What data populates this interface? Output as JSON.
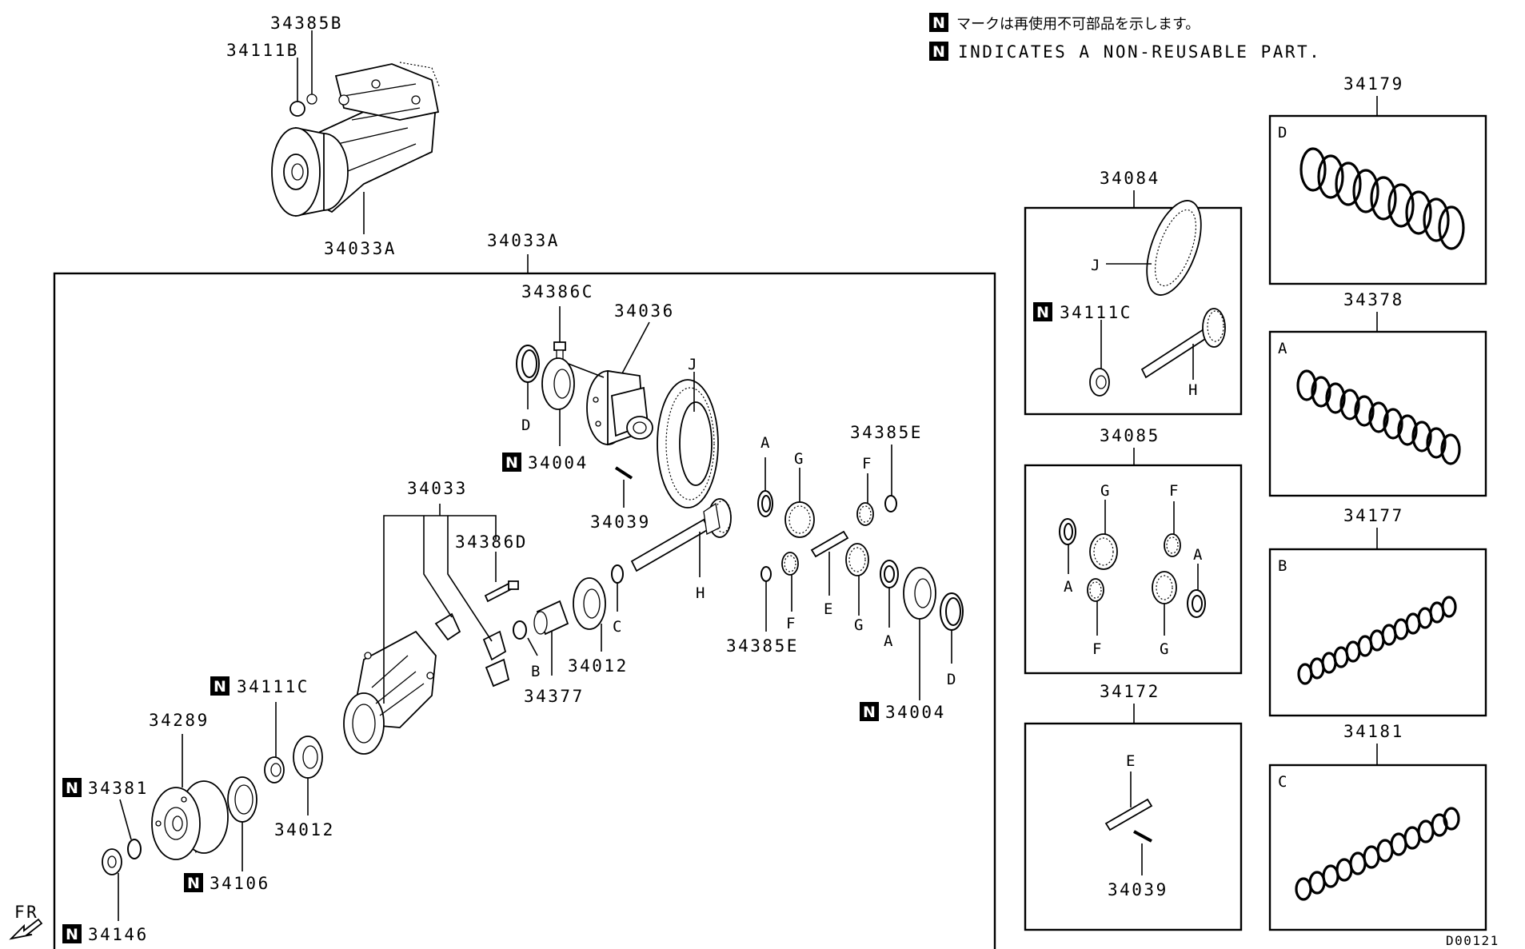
{
  "legend": {
    "jp": "マークは再使用不可部品を示します。",
    "en": "INDICATES A NON-REUSABLE PART.",
    "marker": "N"
  },
  "diagram_id": "D00121",
  "direction": "FR",
  "assembly": {
    "top_labels": {
      "p34385B": "34385B",
      "p34111B": "34111B",
      "p34033A_top": "34033A"
    },
    "box_label": "34033A"
  },
  "parts": {
    "p34386C": "34386C",
    "p34036": "34036",
    "p34004_top": "34004",
    "p34039": "34039",
    "p34033": "34033",
    "p34386D": "34386D",
    "p34385E_top": "34385E",
    "p34385E_bot": "34385E",
    "p34012_mid": "34012",
    "p34377": "34377",
    "p34004_right": "34004",
    "p34111C": "34111C",
    "p34289": "34289",
    "p34012_low": "34012",
    "p34381": "34381",
    "p34106": "34106",
    "p34146": "34146"
  },
  "letters": {
    "D": "D",
    "J": "J",
    "A": "A",
    "G": "G",
    "F": "F",
    "H": "H",
    "C": "C",
    "B": "B",
    "E": "E"
  },
  "kits": {
    "k34084": {
      "number": "34084",
      "sub": "34111C",
      "J": "J",
      "H": "H"
    },
    "k34085": {
      "number": "34085",
      "G": "G",
      "F": "F",
      "A": "A"
    },
    "k34172": {
      "number": "34172",
      "E": "E",
      "sub": "34039"
    },
    "k34179": {
      "number": "34179",
      "letter": "D"
    },
    "k34378": {
      "number": "34378",
      "letter": "A"
    },
    "k34177": {
      "number": "34177",
      "letter": "B"
    },
    "k34181": {
      "number": "34181",
      "letter": "C"
    }
  }
}
